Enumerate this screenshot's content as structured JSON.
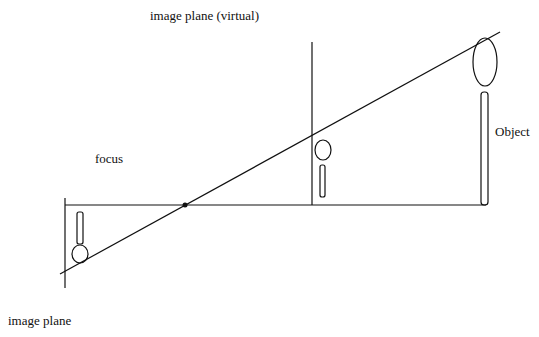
{
  "diagram": {
    "labels": [
      "image plane (virtual)",
      "focus",
      "Object",
      "image plane"
    ]
  }
}
